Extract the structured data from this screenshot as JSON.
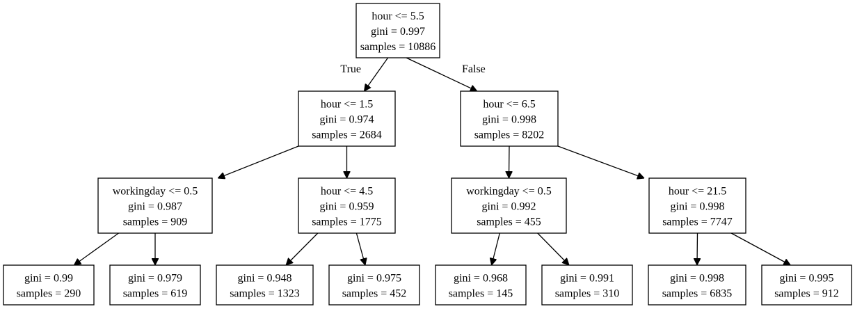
{
  "tree": {
    "nodes": [
      {
        "id": "n0",
        "lines": [
          "hour <= 5.5",
          "gini = 0.997",
          "samples = 10886"
        ]
      },
      {
        "id": "n1",
        "lines": [
          "hour <= 1.5",
          "gini = 0.974",
          "samples = 2684"
        ]
      },
      {
        "id": "n2",
        "lines": [
          "hour <= 6.5",
          "gini = 0.998",
          "samples = 8202"
        ]
      },
      {
        "id": "n3",
        "lines": [
          "workingday <= 0.5",
          "gini = 0.987",
          "samples = 909"
        ]
      },
      {
        "id": "n4",
        "lines": [
          "hour <= 4.5",
          "gini = 0.959",
          "samples = 1775"
        ]
      },
      {
        "id": "n5",
        "lines": [
          "workingday <= 0.5",
          "gini = 0.992",
          "samples = 455"
        ]
      },
      {
        "id": "n6",
        "lines": [
          "hour <= 21.5",
          "gini = 0.998",
          "samples = 7747"
        ]
      },
      {
        "id": "n7",
        "lines": [
          "gini = 0.99",
          "samples = 290"
        ]
      },
      {
        "id": "n8",
        "lines": [
          "gini = 0.979",
          "samples = 619"
        ]
      },
      {
        "id": "n9",
        "lines": [
          "gini = 0.948",
          "samples = 1323"
        ]
      },
      {
        "id": "n10",
        "lines": [
          "gini = 0.975",
          "samples = 452"
        ]
      },
      {
        "id": "n11",
        "lines": [
          "gini = 0.968",
          "samples = 145"
        ]
      },
      {
        "id": "n12",
        "lines": [
          "gini = 0.991",
          "samples = 310"
        ]
      },
      {
        "id": "n13",
        "lines": [
          "gini = 0.998",
          "samples = 6835"
        ]
      },
      {
        "id": "n14",
        "lines": [
          "gini = 0.995",
          "samples = 912"
        ]
      }
    ],
    "edges": [
      {
        "from": "n0",
        "to": "n1",
        "label": "True"
      },
      {
        "from": "n0",
        "to": "n2",
        "label": "False"
      },
      {
        "from": "n1",
        "to": "n3"
      },
      {
        "from": "n1",
        "to": "n4"
      },
      {
        "from": "n2",
        "to": "n5"
      },
      {
        "from": "n2",
        "to": "n6"
      },
      {
        "from": "n3",
        "to": "n7"
      },
      {
        "from": "n3",
        "to": "n8"
      },
      {
        "from": "n4",
        "to": "n9"
      },
      {
        "from": "n4",
        "to": "n10"
      },
      {
        "from": "n5",
        "to": "n11"
      },
      {
        "from": "n5",
        "to": "n12"
      },
      {
        "from": "n6",
        "to": "n13"
      },
      {
        "from": "n6",
        "to": "n14"
      }
    ]
  }
}
